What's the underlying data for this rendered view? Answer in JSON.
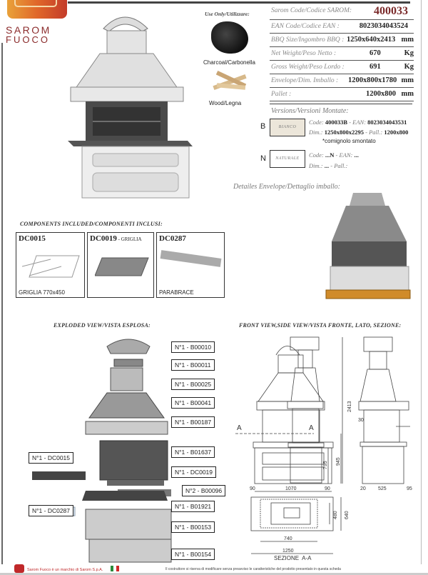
{
  "brand": {
    "line1": "SAROM",
    "line2": "FUOCO",
    "footer_text": "Sarom Fuoco è un marchio di Sarom S.p.A.",
    "disclaimer": "Il costruttore si riserva di modificare senza preavviso le caratteristiche del prodotto presentato in questa scheda"
  },
  "fuel": {
    "heading": "Use Only/Utilizzare:",
    "items": [
      {
        "label": "Charcoal/Carbonella"
      },
      {
        "label": "Wood/Legna"
      }
    ]
  },
  "specs": [
    {
      "label": "Sarom Code/Codice SAROM:",
      "value": "400033",
      "unit": ""
    },
    {
      "label": "EAN Code/Codice EAN :",
      "value": "8023034043524",
      "unit": ""
    },
    {
      "label": "BBQ Size/Ingombro BBQ :",
      "value": "1250x640x2413",
      "unit": "mm"
    },
    {
      "label": "Net Weight/Peso Netto :",
      "value": "670",
      "unit": "Kg"
    },
    {
      "label": "Gross Weight/Peso Lordo :",
      "value": "691",
      "unit": "Kg"
    },
    {
      "label": "Envelope/Dim. Imballo :",
      "value": "1200x800x1780",
      "unit": "mm"
    },
    {
      "label": "Pallet :",
      "value": "1200x800",
      "unit": "mm"
    }
  ],
  "versions": {
    "heading": "Versions/Versioni Montate:",
    "items": [
      {
        "letter": "B",
        "swatch": "BIANCO",
        "code_label": "Code:",
        "code": "400033B",
        "ean_label": "- EAN:",
        "ean": "8023034043531",
        "dim_label": "Dim.:",
        "dim": "1250x800x2295",
        "pall_label": "- Pall.:",
        "pall": "1200x800",
        "note": "*comignolo smontato"
      },
      {
        "letter": "N",
        "swatch": "NATURALE",
        "code_label": "Code:",
        "code": "...N",
        "ean_label": "- EAN:",
        "ean": "...",
        "dim_label": "Dim.:",
        "dim": "...",
        "pall_label": "- Pall.:",
        "pall": ""
      }
    ]
  },
  "envelope_heading": "Detailes Envelope/Dettaglio imballo:",
  "components": {
    "heading": "COMPONENTS INCLUDED/COMPONENTI INCLUSI:",
    "items": [
      {
        "code": "DC0015",
        "suffix": "",
        "caption": "GRIGLIA 770x450"
      },
      {
        "code": "DC0019",
        "suffix": " - GRIGLIA",
        "caption": ""
      },
      {
        "code": "DC0287",
        "suffix": "",
        "caption": "PARABRACE"
      }
    ]
  },
  "exploded": {
    "heading": "EXPLODED VIEW/VISTA ESPLOSA:",
    "labels": [
      "N°1 - B00010",
      "N°1 - B00011",
      "N°1 - B00025",
      "N°1 - B00041",
      "N°1 - B00187",
      "N°1 - B01637",
      "N°1 - DC0019",
      "N°2 - B00096",
      "N°1 - B01921",
      "N°1 - B00153",
      "N°1 - B00154",
      "N°1 - DC0015",
      "N°1 - DC0287"
    ]
  },
  "drawings": {
    "heading": "FRONT VIEW,SIDE VIEW/VISTA FRONTE, LATO, SEZIONE:",
    "dims": {
      "total_height": "2413",
      "top_gap": "30",
      "h795": "795",
      "h945": "945",
      "left": "90",
      "width": "1070",
      "right": "90",
      "d20": "20",
      "d525": "525",
      "d95": "95",
      "s480": "480",
      "s640": "640",
      "s740": "740",
      "s1250": "1250",
      "section_mark": "A"
    },
    "section_label": "SEZIONE  A-A"
  },
  "colors": {
    "brand": "#8b2b2b",
    "code": "#7a2a2a",
    "accent_orange": "#e07a1e"
  }
}
